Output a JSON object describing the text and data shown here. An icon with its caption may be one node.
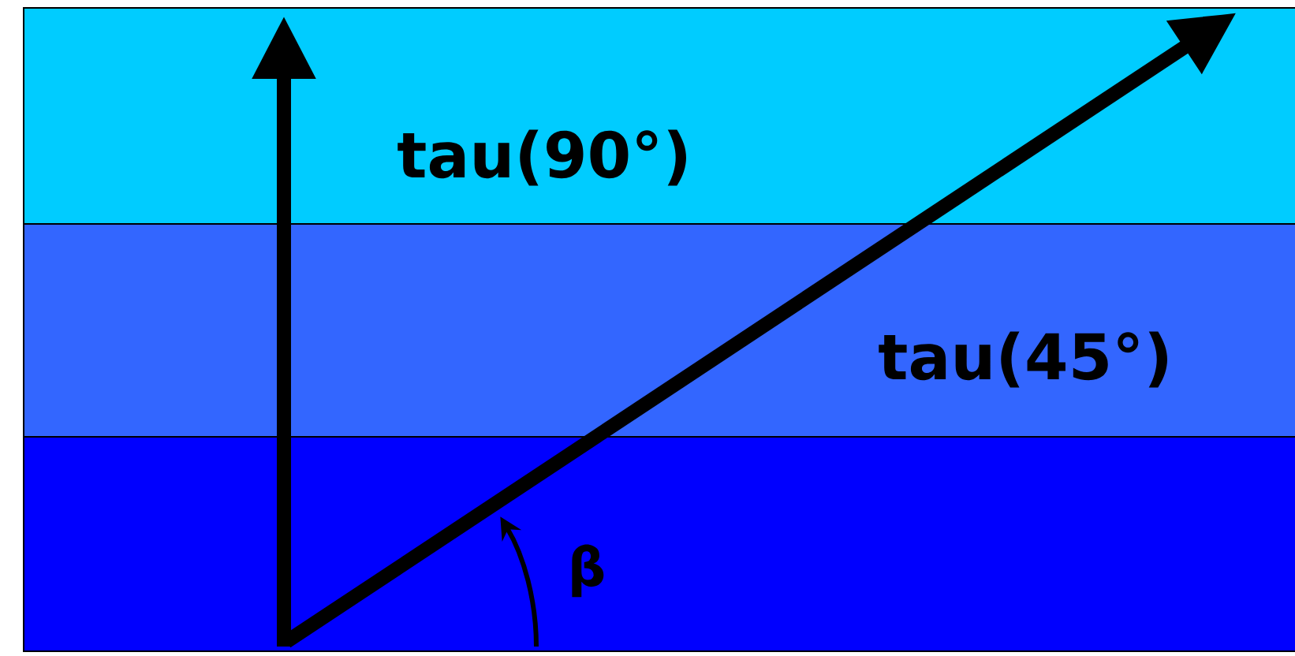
{
  "diagram": {
    "labels": [
      "tau(90°)",
      "tau(45°)",
      "β"
    ]
  }
}
